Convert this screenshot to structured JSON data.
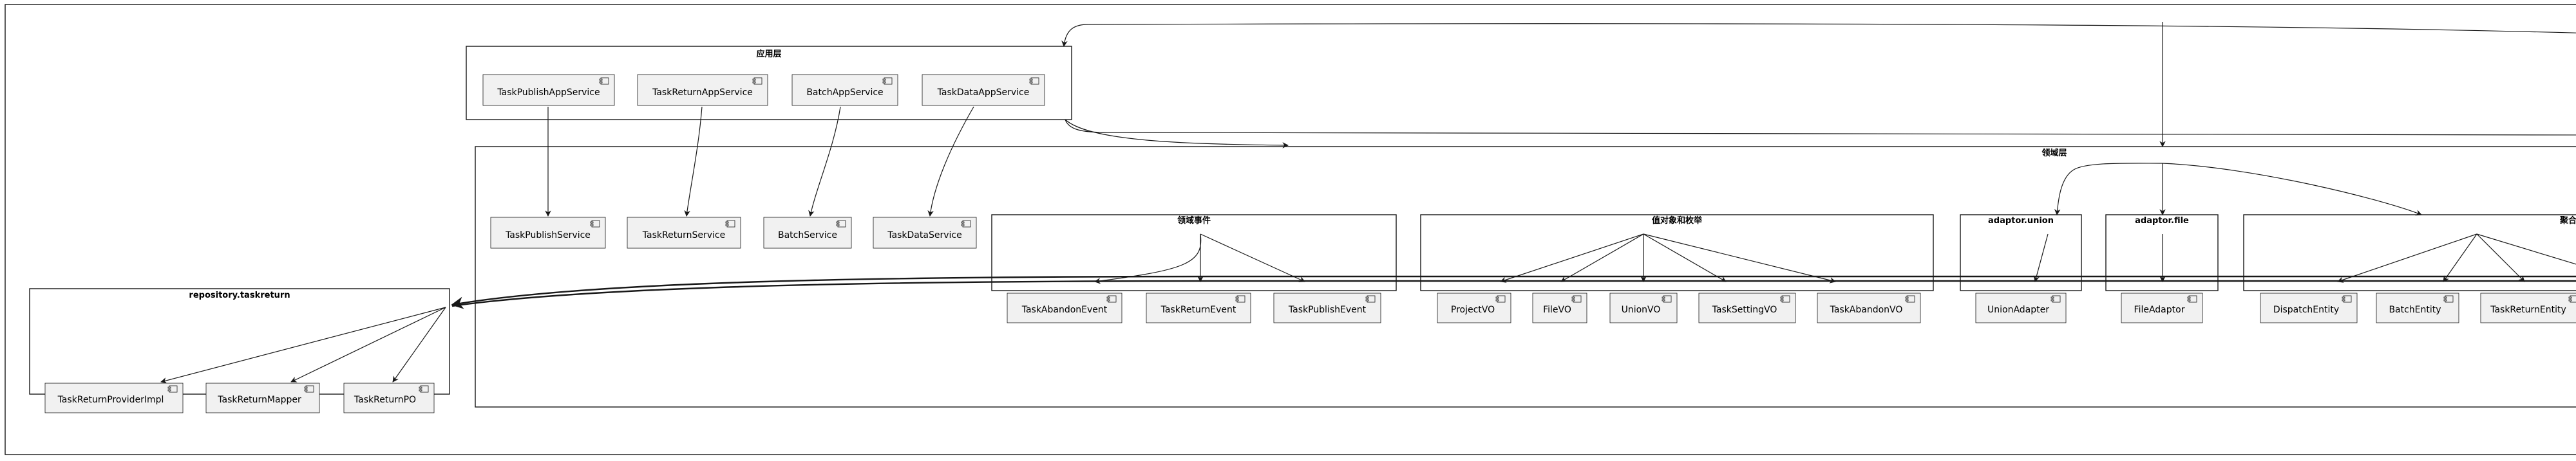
{
  "packages": {
    "app_layer": {
      "title": "应用层"
    },
    "domain_layer": {
      "title": "领域层"
    },
    "domain_events": {
      "title": "领域事件"
    },
    "value_objects": {
      "title": "值对象和枚举"
    },
    "adaptor_union": {
      "title": "adaptor.union"
    },
    "adaptor_file": {
      "title": "adaptor.file"
    },
    "aggregate": {
      "title": "聚合"
    },
    "repository_taskreturn": {
      "title": "repository.taskreturn"
    }
  },
  "components": {
    "task_publish_app_service": "TaskPublishAppService",
    "task_return_app_service": "TaskReturnAppService",
    "batch_app_service": "BatchAppService",
    "task_data_app_service": "TaskDataAppService",
    "task_publish_service": "TaskPublishService",
    "task_return_service": "TaskReturnService",
    "batch_service": "BatchService",
    "task_data_service": "TaskDataService",
    "task_abandon_event": "TaskAbandonEvent",
    "task_return_event": "TaskReturnEvent",
    "task_publish_event": "TaskPublishEvent",
    "project_vo": "ProjectVO",
    "file_vo": "FileVO",
    "union_vo": "UnionVO",
    "task_setting_vo": "TaskSettingVO",
    "task_abandon_vo": "TaskAbandonVO",
    "union_adapter": "UnionAdapter",
    "file_adaptor": "FileAdaptor",
    "dispatch_entity": "DispatchEntity",
    "batch_entity": "BatchEntity",
    "task_return_entity": "TaskReturnEntity",
    "task_return_provider_impl": "TaskReturnProviderImpl",
    "task_return_mapper": "TaskReturnMapper",
    "task_return_po": "TaskReturnPO"
  }
}
